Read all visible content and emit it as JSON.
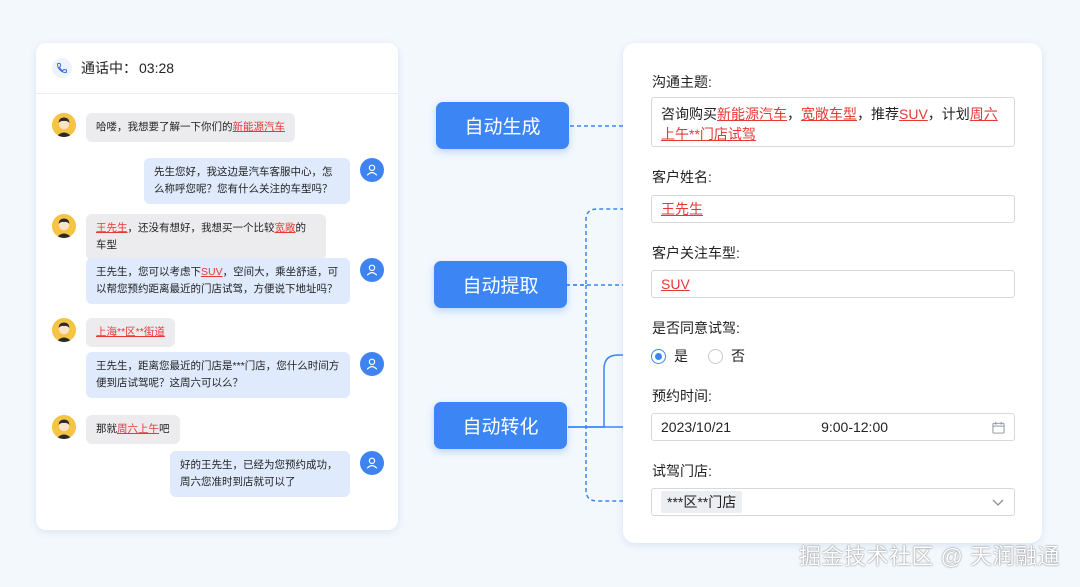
{
  "chat": {
    "title": "通话中：",
    "time": "03:28",
    "messages": [
      {
        "role": "customer",
        "segments": [
          {
            "t": "哈喽，我想要了解一下你们的"
          },
          {
            "t": "新能源汽车",
            "hl": true
          }
        ]
      },
      {
        "role": "agent",
        "segments": [
          {
            "t": "先生您好，我这边是汽车客服中心，怎么称呼您呢？您有什么关注的车型吗？"
          }
        ]
      },
      {
        "role": "customer",
        "segments": [
          {
            "t": "王先生",
            "hl": true
          },
          {
            "t": "，还没有想好，我想买一个比较"
          },
          {
            "t": "宽敞",
            "hl": true
          },
          {
            "t": "的车型"
          }
        ]
      },
      {
        "role": "agent",
        "segments": [
          {
            "t": "王先生，您可以考虑下"
          },
          {
            "t": "SUV",
            "hl": true
          },
          {
            "t": "，空间大，乘坐舒适，可以帮您预约距离最近的门店试驾，方便说下地址吗？"
          }
        ]
      },
      {
        "role": "customer",
        "segments": [
          {
            "t": "上海**区**街道",
            "hl": true
          }
        ]
      },
      {
        "role": "agent",
        "segments": [
          {
            "t": "王先生，距离您最近的门店是***门店，您什么时间方便到店试驾呢？这周六可以么？"
          }
        ]
      },
      {
        "role": "customer",
        "segments": [
          {
            "t": "那就"
          },
          {
            "t": "周六上午",
            "hl": true
          },
          {
            "t": "吧"
          }
        ]
      },
      {
        "role": "agent",
        "segments": [
          {
            "t": "好的王先生，已经为您预约成功，周六您准时到店就可以了"
          }
        ]
      }
    ]
  },
  "actions": {
    "generate": "自动生成",
    "extract": "自动提取",
    "convert": "自动转化"
  },
  "form": {
    "topic_label": "沟通主题:",
    "topic_segments": [
      {
        "t": "咨询购买"
      },
      {
        "t": "新能源汽车",
        "hl": true
      },
      {
        "t": "，"
      },
      {
        "t": "宽敞车型",
        "hl": true
      },
      {
        "t": "，推荐"
      },
      {
        "t": "SUV",
        "hl": true
      },
      {
        "t": "，计划"
      },
      {
        "t": "周六上午**门店试驾",
        "hl": true
      }
    ],
    "name_label": "客户姓名:",
    "name_value": "王先生",
    "car_label": "客户关注车型:",
    "car_value": "SUV",
    "agree_label": "是否同意试驾:",
    "agree_yes": "是",
    "agree_no": "否",
    "agree_selected": "是",
    "time_label": "预约时间:",
    "date_value": "2023/10/21",
    "time_value": "9:00-12:00",
    "store_label": "试驾门店:",
    "store_value": "***区**门店"
  },
  "watermark": "掘金技术社区 @ 天润融通",
  "colors": {
    "accent": "#3c85f5",
    "highlight": "#e53935",
    "customer_bubble": "#ececef",
    "agent_bubble": "#dfeafc"
  },
  "icons": {
    "phone": "phone-icon",
    "customer_avatar": "customer-avatar",
    "agent_avatar": "user-icon",
    "calendar": "calendar-icon",
    "dropdown": "chevron-down-icon"
  }
}
